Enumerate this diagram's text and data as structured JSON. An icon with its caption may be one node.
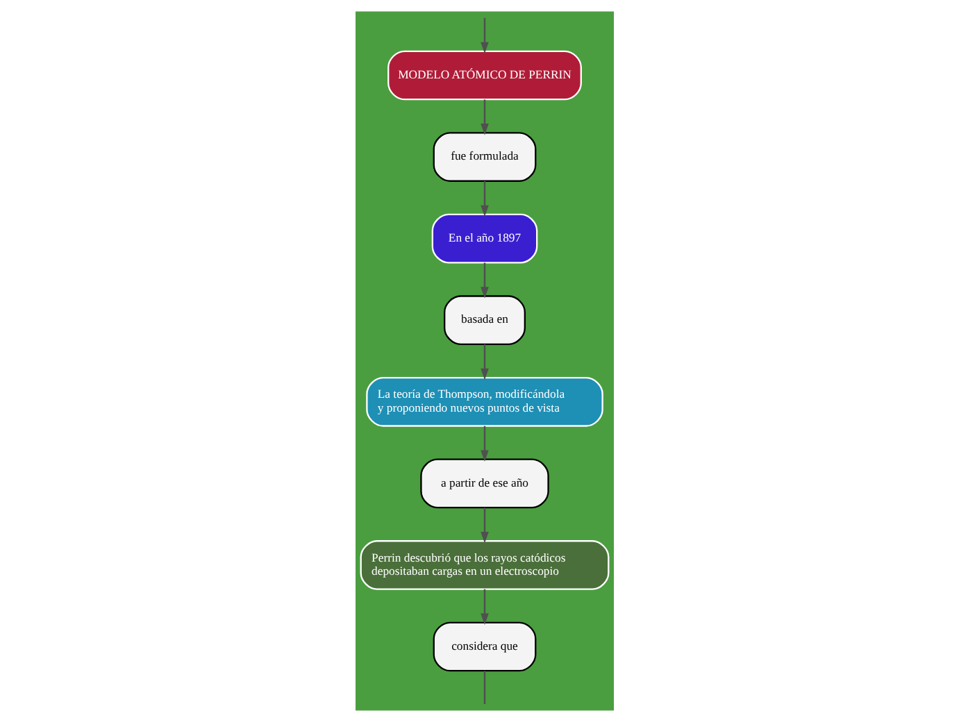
{
  "diagram": {
    "nodes": [
      {
        "text": [
          "MODELO ATÓMICO DE PERRIN"
        ]
      },
      {
        "text": [
          "fue formulada"
        ]
      },
      {
        "text": [
          "En el año 1897"
        ]
      },
      {
        "text": [
          "basada en"
        ]
      },
      {
        "text": [
          "La teoría de Thompson, modificándola y proponiendo nuevos puntos de vista"
        ]
      },
      {
        "text": [
          "a partir de ese año"
        ]
      },
      {
        "text": [
          "Perrin descubrió que los rayos catódicos depositaban cargas en un electroscopio"
        ]
      },
      {
        "text": [
          "considera que"
        ]
      }
    ],
    "edges": [
      {
        "from": null,
        "to": 0,
        "arrow": "to"
      },
      {
        "from": 0,
        "to": 1,
        "arrow": "to"
      },
      {
        "from": 1,
        "to": 2,
        "arrow": "to"
      },
      {
        "from": 2,
        "to": 3,
        "arrow": "to"
      },
      {
        "from": 3,
        "to": 4,
        "arrow": "to"
      },
      {
        "from": 4,
        "to": 5,
        "arrow": "to"
      },
      {
        "from": 5,
        "to": 6,
        "arrow": "to"
      },
      {
        "from": 6,
        "to": 7,
        "arrow": "to"
      },
      {
        "from": 7,
        "to": null,
        "arrow": "none"
      }
    ]
  }
}
